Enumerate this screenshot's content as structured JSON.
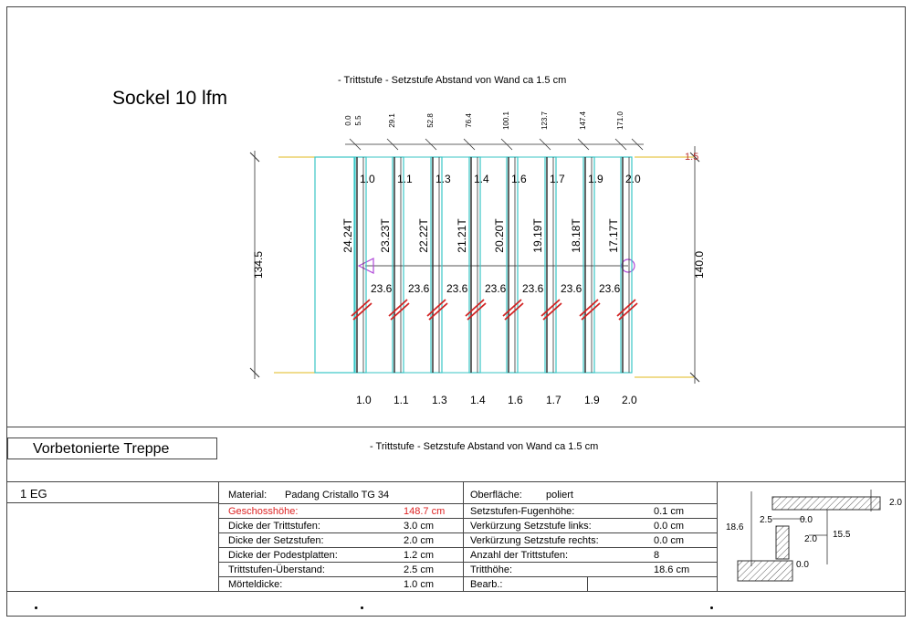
{
  "drawing": {
    "title": "Sockel 10 lfm",
    "note_top": "- Trittstufe - Setzstufe Abstand von Wand ca 1.5 cm",
    "note_bottom": "- Trittstufe - Setzstufe Abstand von Wand ca 1.5 cm",
    "top_dims": [
      "0.0",
      "5.5",
      "29.1",
      "52.8",
      "76.4",
      "100.1",
      "123.7",
      "147.4",
      "171.0"
    ],
    "step_labels_top": [
      "1.0",
      "1.1",
      "1.3",
      "1.4",
      "1.6",
      "1.7",
      "1.9",
      "2.0"
    ],
    "step_labels_bottom": [
      "1.0",
      "1.1",
      "1.3",
      "1.4",
      "1.6",
      "1.7",
      "1.9",
      "2.0"
    ],
    "step_names": [
      "24.24T",
      "23.23T",
      "22.22T",
      "21.21T",
      "20.20T",
      "19.19T",
      "18.18T",
      "17.17T"
    ],
    "step_depths": [
      "23.6",
      "23.6",
      "23.6",
      "23.6",
      "23.6",
      "23.6",
      "23.6"
    ],
    "dim_left": "134.5",
    "dim_right": "140.0",
    "right_top_label": "1.5"
  },
  "title_block": {
    "project": "Vorbetonierte Treppe",
    "floor": "1 EG",
    "material_label": "Material:",
    "material_value": "Padang Cristallo TG 34",
    "surface_label": "Oberfläche:",
    "surface_value": "poliert",
    "left_rows": [
      {
        "label": "Geschosshöhe:",
        "value": "148.7 cm",
        "highlight": true
      },
      {
        "label": "Dicke der Trittstufen:",
        "value": "3.0 cm",
        "highlight": false
      },
      {
        "label": "Dicke der Setzstufen:",
        "value": "2.0 cm",
        "highlight": false
      },
      {
        "label": "Dicke der Podestplatten:",
        "value": "1.2 cm",
        "highlight": false
      },
      {
        "label": "Trittstufen-Überstand:",
        "value": "2.5 cm",
        "highlight": false
      },
      {
        "label": "Mörteldicke:",
        "value": "1.0 cm",
        "highlight": false
      }
    ],
    "right_rows": [
      {
        "label": "Setzstufen-Fugenhöhe:",
        "value": "0.1 cm"
      },
      {
        "label": "Verkürzung Setzstufe links:",
        "value": "0.0 cm"
      },
      {
        "label": "Verkürzung Setzstufe rechts:",
        "value": "0.0 cm"
      },
      {
        "label": "Anzahl der Trittstufen:",
        "value": "8"
      },
      {
        "label": "Tritthöhe:",
        "value": "18.6 cm"
      },
      {
        "label": "Bearb.:",
        "value": ""
      }
    ],
    "detail_dims": [
      "2.5",
      "2.0",
      "18.6",
      "0.0",
      "15.5",
      "2.0",
      "0.0"
    ]
  },
  "colors": {
    "cyan": "#39c6c6",
    "yellow": "#e8c84a",
    "red": "#d22222",
    "magenta": "#b04ad8"
  }
}
